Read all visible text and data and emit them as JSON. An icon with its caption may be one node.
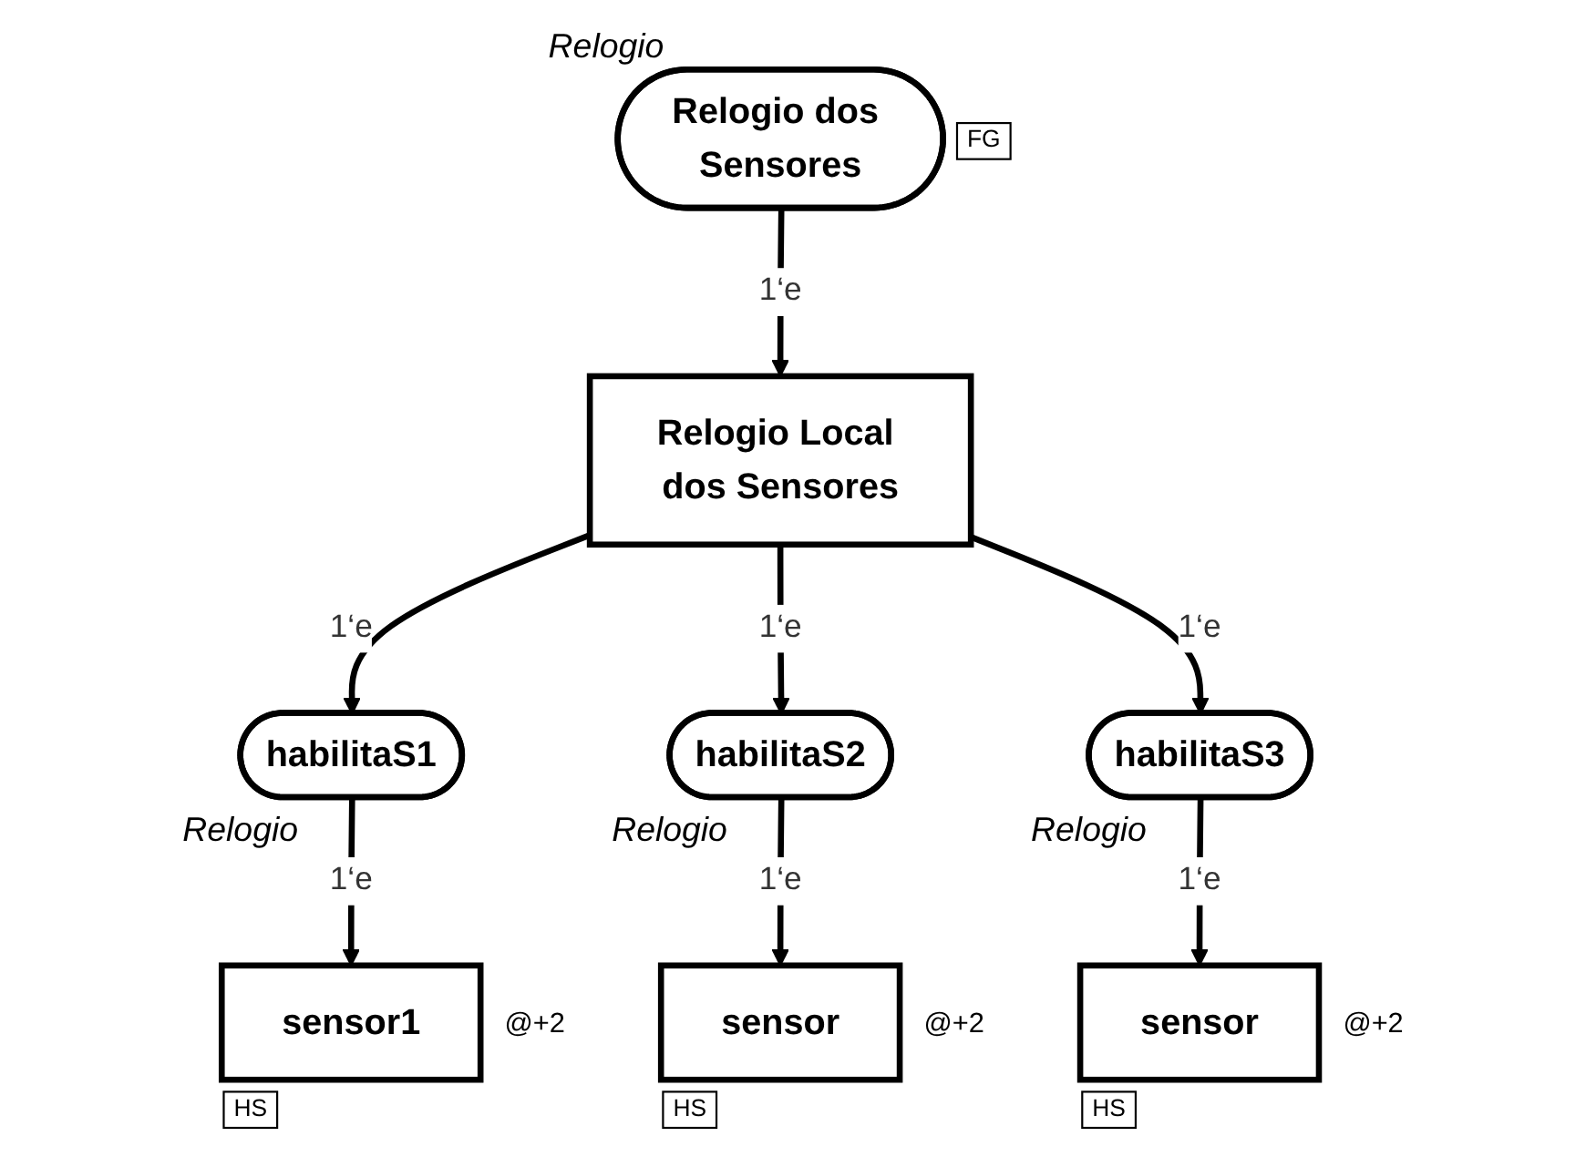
{
  "diagram": {
    "nodes": [
      {
        "text": [
          "Relogio dos Sensores"
        ],
        "beside": [
          "Relogio",
          "FG"
        ]
      },
      {
        "text": [
          "Relogio Local dos Sensores"
        ]
      },
      {
        "text": [
          "habilitaS1"
        ],
        "beside": [
          "Relogio"
        ]
      },
      {
        "text": [
          "habilitaS2"
        ],
        "beside": [
          "Relogio"
        ]
      },
      {
        "text": [
          "habilitaS3"
        ],
        "beside": [
          "Relogio"
        ]
      },
      {
        "text": [
          "sensor1"
        ],
        "beside": [
          "@+2",
          "HS"
        ]
      },
      {
        "text": [
          "sensor"
        ],
        "beside": [
          "@+2",
          "HS"
        ]
      },
      {
        "text": [
          "sensor"
        ],
        "beside": [
          "@+2",
          "HS"
        ]
      }
    ],
    "edges": [
      {
        "from": 0,
        "to": 1,
        "arrow": "to",
        "label": "1‘e"
      },
      {
        "from": 1,
        "to": 2,
        "arrow": "to",
        "label": "1‘e"
      },
      {
        "from": 1,
        "to": 3,
        "arrow": "to",
        "label": "1‘e"
      },
      {
        "from": 1,
        "to": 4,
        "arrow": "to",
        "label": "1‘e"
      },
      {
        "from": 2,
        "to": 5,
        "arrow": "to",
        "label": "1‘e"
      },
      {
        "from": 3,
        "to": 6,
        "arrow": "to",
        "label": "1‘e"
      },
      {
        "from": 4,
        "to": 7,
        "arrow": "to",
        "label": "1‘e"
      }
    ]
  }
}
